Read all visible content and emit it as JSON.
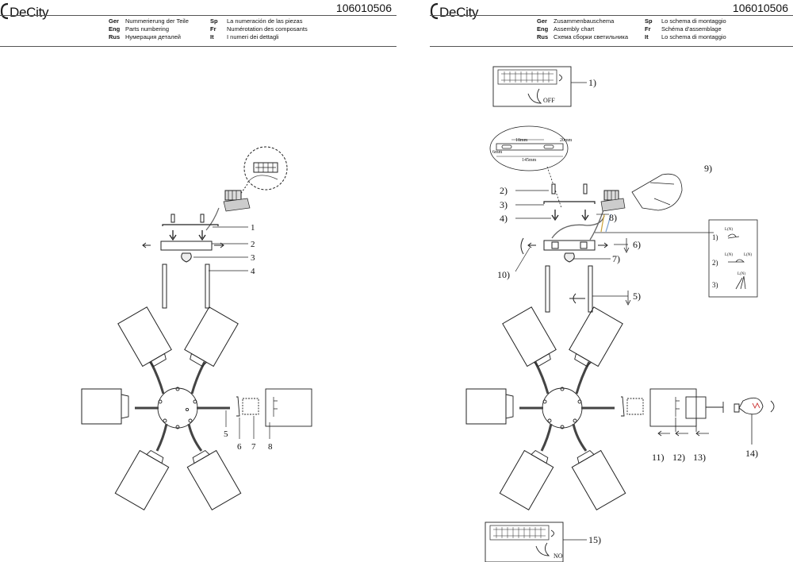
{
  "brand": "DeCity",
  "article": "106010506",
  "left_page": {
    "col1": [
      {
        "code": "Ger",
        "text": "Nummerierung der Teile"
      },
      {
        "code": "Eng",
        "text": "Parts numbering"
      },
      {
        "code": "Rus",
        "text": "Нумерация деталей"
      }
    ],
    "col2": [
      {
        "code": "Sp",
        "text": "La numeración de las piezas"
      },
      {
        "code": "Fr",
        "text": "Numérotation des composants"
      },
      {
        "code": "It",
        "text": "I numeri dei dettagli"
      }
    ],
    "labels": [
      "1",
      "2",
      "3",
      "4",
      "5",
      "6",
      "7",
      "8"
    ]
  },
  "right_page": {
    "col1": [
      {
        "code": "Ger",
        "text": "Zusammenbauschema"
      },
      {
        "code": "Eng",
        "text": "Assembly chart"
      },
      {
        "code": "Rus",
        "text": "Схема сборки светильника"
      }
    ],
    "col2": [
      {
        "code": "Sp",
        "text": "Lo schema di montaggio"
      },
      {
        "code": "Fr",
        "text": "Schéma d'assemblage"
      },
      {
        "code": "It",
        "text": "Lo schema di montaggio"
      }
    ],
    "steps": [
      "1)",
      "2)",
      "3)",
      "4)",
      "5)",
      "6)",
      "7)",
      "8)",
      "9)",
      "10)",
      "11)",
      "12)",
      "13)",
      "14)",
      "15)"
    ],
    "switch_off": "OFF",
    "switch_on": "NO",
    "bracket_dims": {
      "a": "18mm",
      "b": "20mm",
      "c": "6mm",
      "d": "145mm"
    },
    "wiring_options": [
      "1)",
      "2)",
      "3)"
    ],
    "wiring_label": "L(N)"
  }
}
